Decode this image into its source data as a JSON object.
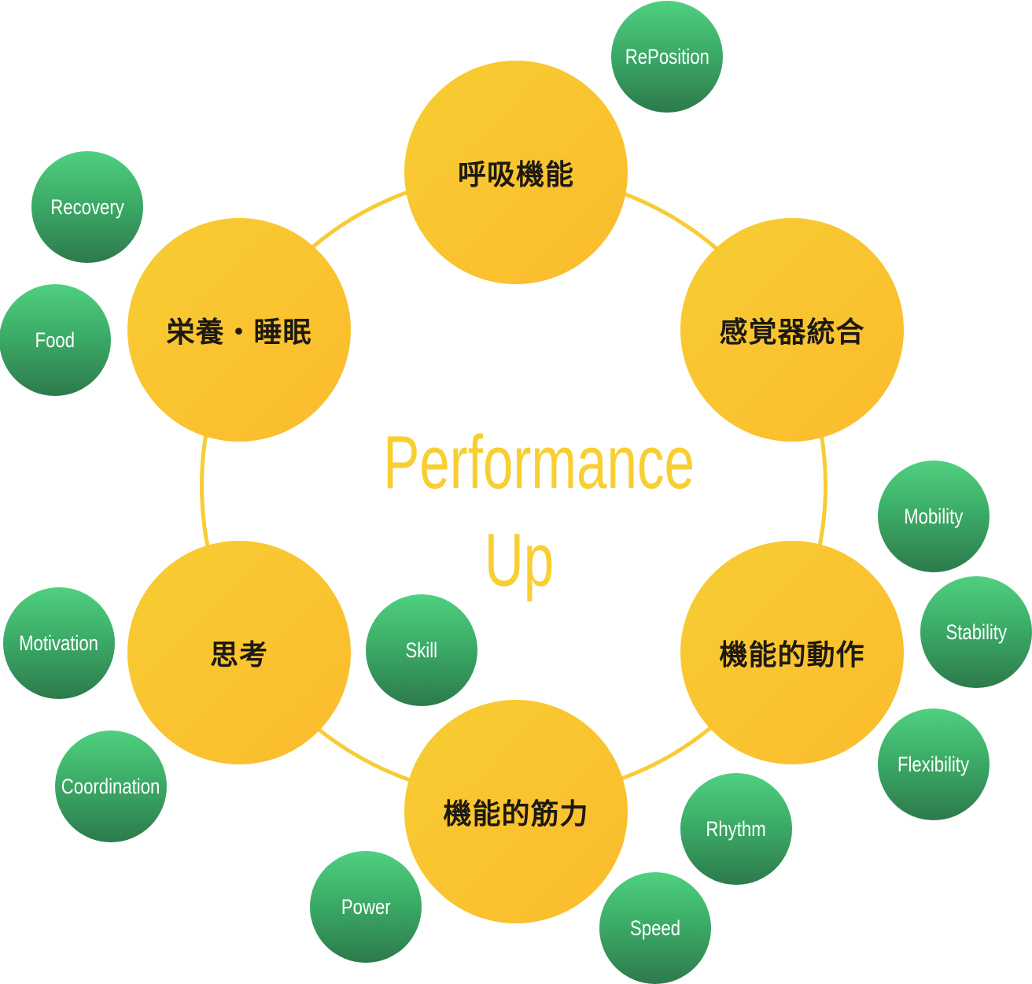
{
  "title": {
    "line1": "Performance",
    "line2": "Up"
  },
  "colors": {
    "accent_yellow": "#f7cc35",
    "main_node_fill": "#fbc22f",
    "sub_node_fill_top": "#4fd07f",
    "sub_node_fill_bottom": "#2d7a4c",
    "main_text": "#1e1a12",
    "sub_text": "#ffffff"
  },
  "main_nodes": [
    {
      "id": "breathing",
      "label": "呼吸機能"
    },
    {
      "id": "sensory",
      "label": "感覚器統合"
    },
    {
      "id": "functional-movement",
      "label": "機能的動作"
    },
    {
      "id": "functional-strength",
      "label": "機能的筋力"
    },
    {
      "id": "thinking",
      "label": "思考"
    },
    {
      "id": "nutrition-sleep",
      "label": "栄養・睡眠"
    }
  ],
  "sub_nodes": [
    {
      "parent": "breathing",
      "label": "RePosition"
    },
    {
      "parent": "nutrition-sleep",
      "label": "Recovery"
    },
    {
      "parent": "nutrition-sleep",
      "label": "Food"
    },
    {
      "parent": "functional-movement",
      "label": "Mobility"
    },
    {
      "parent": "functional-movement",
      "label": "Stability"
    },
    {
      "parent": "functional-movement",
      "label": "Flexibility"
    },
    {
      "parent": "functional-strength",
      "label": "Rhythm"
    },
    {
      "parent": "functional-strength",
      "label": "Speed"
    },
    {
      "parent": "functional-strength",
      "label": "Power"
    },
    {
      "parent": "thinking",
      "label": "Skill"
    },
    {
      "parent": "thinking",
      "label": "Motivation"
    },
    {
      "parent": "thinking",
      "label": "Coordination"
    }
  ]
}
